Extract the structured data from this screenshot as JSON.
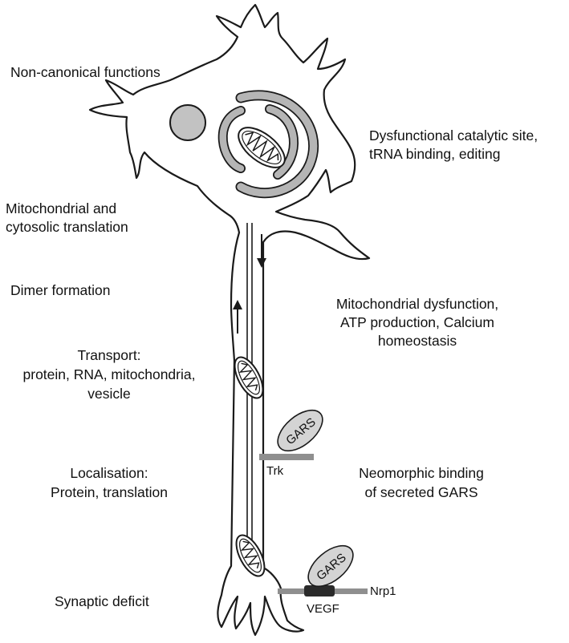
{
  "left_labels": {
    "non_canonical": "Non-canonical functions",
    "translation_1": "Mitochondrial and",
    "translation_2": "cytosolic translation",
    "dimer": "Dimer formation",
    "transport_1": "Transport:",
    "transport_2": "protein, RNA, mitochondria,",
    "transport_3": "vesicle",
    "localisation_1": "Localisation:",
    "localisation_2": "Protein, translation",
    "synaptic": "Synaptic deficit"
  },
  "right_labels": {
    "catalytic_1": "Dysfunctional catalytic site,",
    "catalytic_2": "tRNA binding, editing",
    "mito_1": "Mitochondrial dysfunction,",
    "mito_2": "ATP production, Calcium",
    "mito_3": "homeostasis",
    "neomorphic_1": "Neomorphic binding",
    "neomorphic_2": "of secreted GARS"
  },
  "proteins": {
    "gars_upper": "GARS",
    "gars_lower": "GARS",
    "trk": "Trk",
    "nrp1": "Nrp1",
    "vegf": "VEGF"
  },
  "colors": {
    "outline": "#1a1a1a",
    "nucleus_fill": "#c2c2c2",
    "golgi_fill": "#b5b5b5",
    "gars_fill": "#d4d4d4",
    "receptor": "#8f8f8f",
    "vegf": "#2a2a2a"
  }
}
